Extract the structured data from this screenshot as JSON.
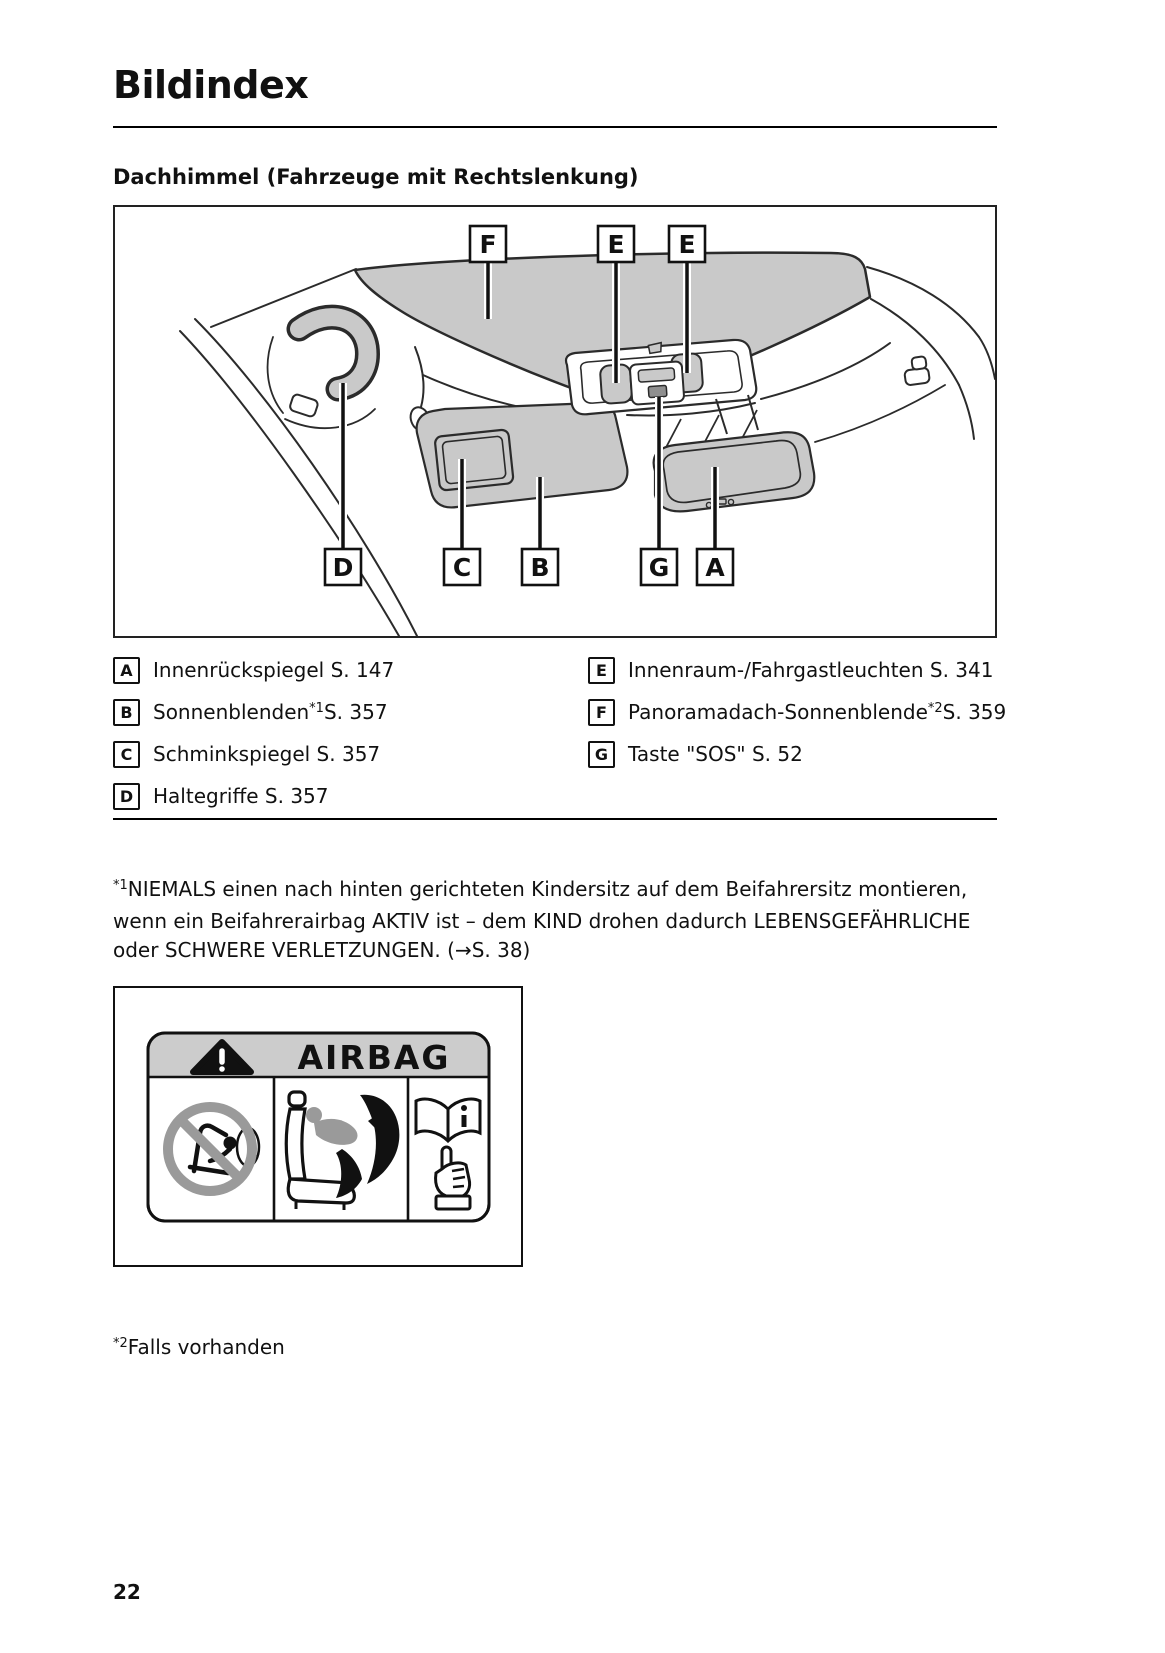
{
  "header": {
    "title": "Bildindex",
    "section": "Dachhimmel (Fahrzeuge mit Rechtslenkung)"
  },
  "diagram": {
    "callouts_top": [
      "F",
      "E",
      "E"
    ],
    "callouts_bottom": [
      "D",
      "C",
      "B",
      "G",
      "A"
    ],
    "parts": [
      "panorama-roof-shade",
      "assist-grip",
      "sun-visor",
      "vanity-mirror",
      "overhead-console",
      "interior-lights",
      "sos-button",
      "rearview-mirror"
    ],
    "gray_fill": "#c9c9c9",
    "line_color": "#2b2b2b"
  },
  "legend": {
    "left": [
      {
        "letter": "A",
        "pre": "Innenrückspiegel S. 147",
        "sup": "",
        "post": ""
      },
      {
        "letter": "B",
        "pre": "Sonnenblenden",
        "sup": "*1",
        "post": "S. 357"
      },
      {
        "letter": "C",
        "pre": "Schminkspiegel S. 357",
        "sup": "",
        "post": ""
      },
      {
        "letter": "D",
        "pre": "Haltegriffe S. 357",
        "sup": "",
        "post": ""
      }
    ],
    "right": [
      {
        "letter": "E",
        "pre": "Innenraum-/Fahrgastleuchten S. 341",
        "sup": "",
        "post": ""
      },
      {
        "letter": "F",
        "pre": "Panoramadach-Sonnenblende",
        "sup": "*2",
        "post": "S. 359"
      },
      {
        "letter": "G",
        "pre": "Taste \"SOS\" S. 52",
        "sup": "",
        "post": ""
      }
    ]
  },
  "footnotes": {
    "n1": {
      "marker": "*1",
      "text": "NIEMALS einen nach hinten gerichteten Kindersitz auf dem Beifahrersitz montieren, wenn ein Beifahrerairbag AKTIV ist – dem KIND drohen dadurch LEBENSGEFÄHRLICHE oder SCHWERE VERLETZUNGEN. (→S. 38)"
    },
    "n2": {
      "marker": "*2",
      "text": "Falls vorhanden"
    }
  },
  "airbag_label": {
    "title": "AIRBAG",
    "header_bg": "#cccccc",
    "icons": [
      "warning-triangle-icon",
      "no-rearfacing-child-seat-icon",
      "airbag-deployment-seat-icon",
      "read-manual-pointing-hand-icon"
    ]
  },
  "footer": {
    "page_number": "22"
  }
}
